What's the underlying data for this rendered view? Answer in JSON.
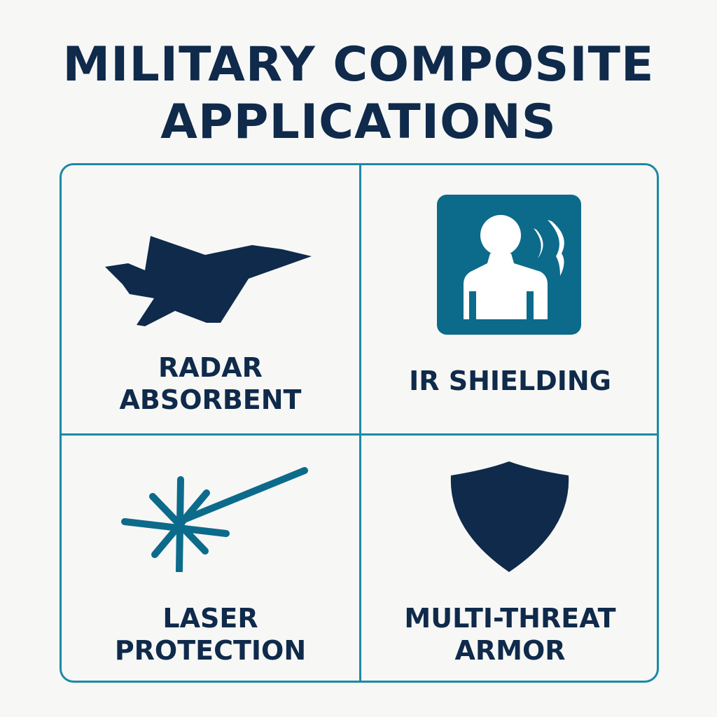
{
  "title": {
    "line1": "MILITARY COMPOSITE",
    "line2": "APPLICATIONS"
  },
  "colors": {
    "navy": "#0f2a4a",
    "teal": "#1a8aa6",
    "icon_teal": "#0c6b8a",
    "background": "#f7f7f6"
  },
  "cells": [
    {
      "id": "radar",
      "icon": "fighter-jet-icon",
      "lines": [
        "RADAR",
        "ABSORBENT"
      ]
    },
    {
      "id": "ir",
      "icon": "person-heat-icon",
      "lines": [
        "IR SHIELDING"
      ]
    },
    {
      "id": "laser",
      "icon": "laser-burst-icon",
      "lines": [
        "LASER",
        "PROTECTION"
      ]
    },
    {
      "id": "armor",
      "icon": "shield-icon",
      "lines": [
        "MULTI-THREAT",
        "ARMOR"
      ]
    }
  ]
}
